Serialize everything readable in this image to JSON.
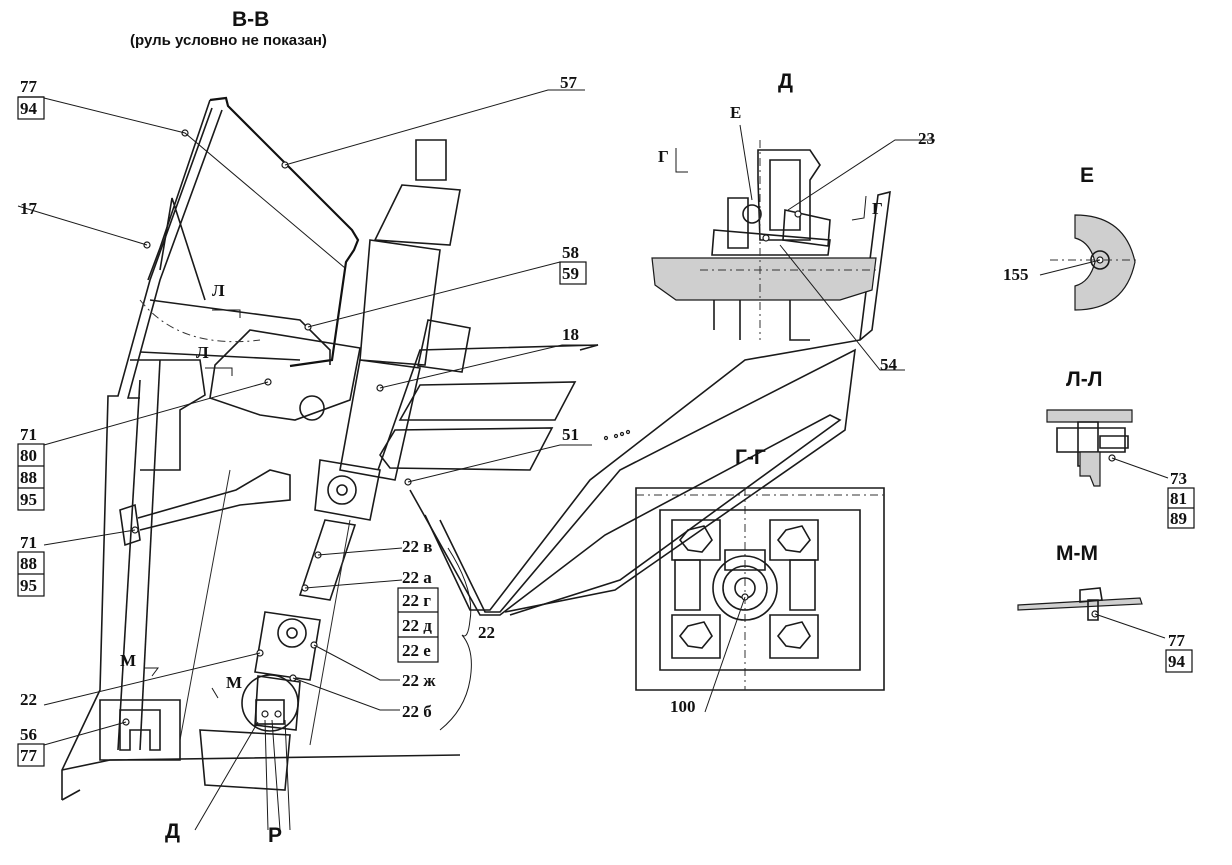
{
  "title": "В-В",
  "subtitle": "(руль условно не показан)",
  "view_labels": {
    "d": "Д",
    "e": "Е",
    "g_g": "Г-Г",
    "l_l": "Л-Л",
    "m_m": "М-М",
    "g_mark_left": "Г",
    "g_mark_right": "Г",
    "l_mark_top": "Л",
    "l_mark_bottom": "Л",
    "m_mark_top": "М",
    "m_mark_bottom": "М",
    "e_mark": "Е",
    "d_bottom": "Д",
    "r_bottom": "Р"
  },
  "callouts": {
    "c77_94_top": [
      "77",
      "94"
    ],
    "c57": "57",
    "c17": "17",
    "c58_59": [
      "58",
      "59"
    ],
    "c18": "18",
    "c51": "51",
    "c71_80_88_95": [
      "71",
      "80",
      "88",
      "95"
    ],
    "c71_88_95": [
      "71",
      "88",
      "95"
    ],
    "c22_parts": [
      "22 в",
      "22 а",
      "22 г",
      "22 д",
      "22 е",
      "22 ж",
      "22 б"
    ],
    "c22_group": "22",
    "c22_left": "22",
    "c56_77": [
      "56",
      "77"
    ],
    "c23": "23",
    "c54": "54",
    "c155": "155",
    "c73_81_89": [
      "73",
      "81",
      "89"
    ],
    "c77_94_right": [
      "77",
      "94"
    ],
    "c100": "100"
  }
}
